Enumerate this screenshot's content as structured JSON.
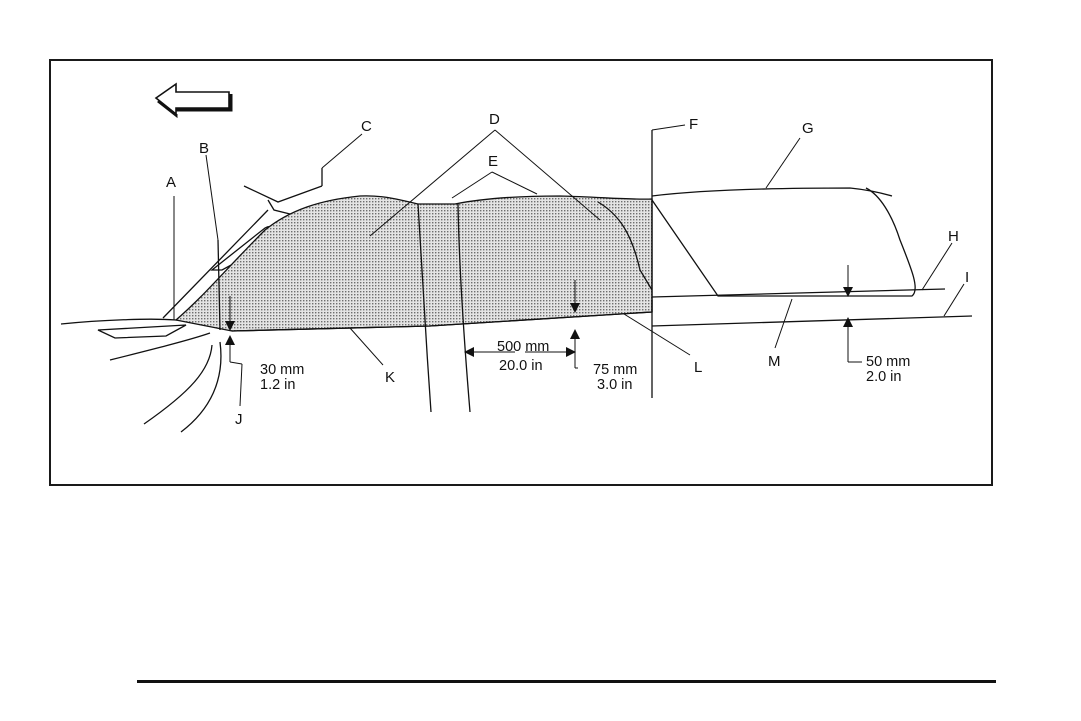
{
  "diagram": {
    "direction_arrow": "left-arrow-icon",
    "callouts": [
      "A",
      "B",
      "C",
      "D",
      "E",
      "F",
      "G",
      "H",
      "I",
      "J",
      "K",
      "L",
      "M"
    ],
    "dimensions": {
      "front_mm": "30 mm",
      "front_in": "1.2 in",
      "width_mm": "500 mm",
      "width_in": "20.0 in",
      "rear_mm": "75 mm",
      "rear_in": "3.0 in",
      "overlap_mm": "50 mm",
      "overlap_in": "2.0 in"
    },
    "colors": {
      "shading": "#bdbdbd",
      "line": "#111111"
    }
  }
}
